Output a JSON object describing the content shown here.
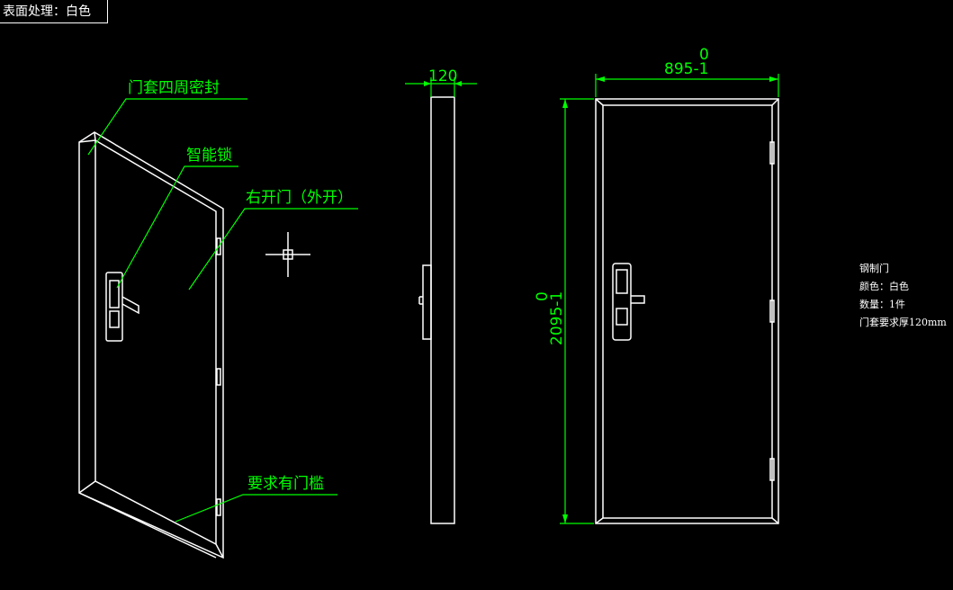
{
  "header": {
    "surface_treatment": "表面处理：白色"
  },
  "callouts": {
    "seal": "门套四周密封",
    "lock": "智能锁",
    "opening": "右开门（外开）",
    "threshold": "要求有门槛"
  },
  "dimensions": {
    "thickness": "120",
    "width_top": "0",
    "width": "895-1",
    "height_top": "0",
    "height": "2095-1"
  },
  "spec": {
    "name": "钢制门",
    "color": "颜色：白色",
    "quantity": "数量：1件",
    "frame": "门套要求厚120mm"
  },
  "colors": {
    "lines": "#ffffff",
    "annotation": "#00ff00",
    "background": "#000000"
  }
}
